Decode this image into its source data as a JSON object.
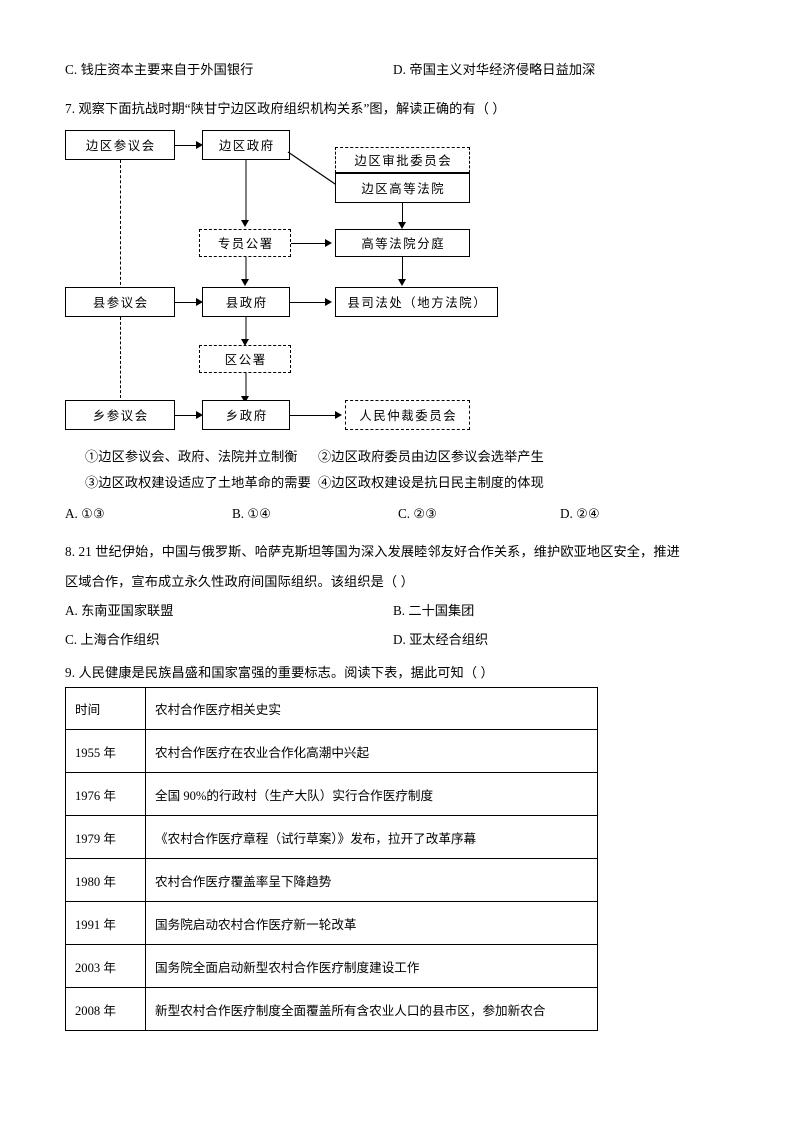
{
  "page": {
    "top_options": {
      "c_label": "C. 钱庄资本主要来自于外国银行",
      "d_label": "D. 帝国主义对华经济侵略日益加深"
    },
    "question7": {
      "stem": "7. 观察下面抗战时期“陕甘宁边区政府组织机构关系”图，解读正确的有（    ）",
      "diagram": {
        "nodes": {
          "border_council": "边区参议会",
          "border_government": "边区政府",
          "border_review_committee": "边区审批委员会",
          "border_high_court": "边区高等法院",
          "commissioner_office": "专员公署",
          "high_court_branch": "高等法院分庭",
          "county_council": "县参议会",
          "county_government": "县政府",
          "county_judicial_office": "县司法处（地方法院）",
          "district_office": "区公署",
          "township_council": "乡参议会",
          "township_government": "乡政府",
          "people_arbitration_committee": "人民仲裁委员会"
        }
      },
      "statements": [
        "①边区参议会、政府、法院并立制衡",
        "②边区政府委员由边区参议会选举产生",
        "③边区政权建设适应了土地革命的需要",
        "④边区政权建设是抗日民主制度的体现"
      ],
      "choices": [
        "A. ①③",
        "B. ①④",
        "C. ②③",
        "D. ②④"
      ]
    },
    "question8": {
      "stem_line1": "8. 21 世纪伊始，中国与俄罗斯、哈萨克斯坦等国为深入发展睦邻友好合作关系，维护欧亚地区安全，推进",
      "stem_line2": "区域合作，宣布成立永久性政府间国际组织。该组织是（    ）",
      "choices": [
        "A. 东南亚国家联盟",
        "B. 二十国集团",
        "C. 上海合作组织",
        "D. 亚太经合组织"
      ]
    },
    "question9": {
      "stem": "9. 人民健康是民族昌盛和国家富强的重要标志。阅读下表，据此可知（    ）",
      "table": {
        "headers": [
          "时间",
          "农村合作医疗相关史实"
        ],
        "rows": [
          [
            "1955 年",
            "农村合作医疗在农业合作化高潮中兴起"
          ],
          [
            "1976 年",
            "全国 90%的行政村（生产大队）实行合作医疗制度"
          ],
          [
            "1979 年",
            "《农村合作医疗章程（试行草案）》发布，拉开了改革序幕"
          ],
          [
            "1980 年",
            "农村合作医疗覆盖率呈下降趋势"
          ],
          [
            "1991 年",
            "国务院启动农村合作医疗新一轮改革"
          ],
          [
            "2003 年",
            "国务院全面启动新型农村合作医疗制度建设工作"
          ],
          [
            "2008 年",
            "新型农村合作医疗制度全面覆盖所有含农业人口的县市区，参加新农合"
          ]
        ]
      }
    }
  }
}
